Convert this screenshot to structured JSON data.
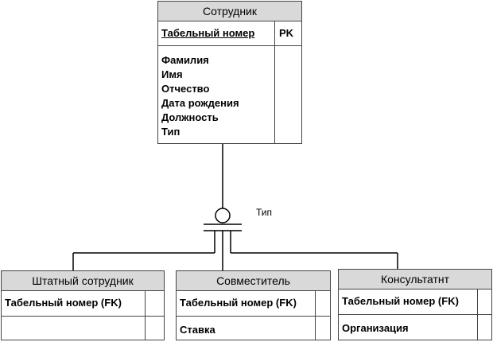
{
  "main_entity": {
    "title": "Сотрудник",
    "pk_attr": "Табельный номер",
    "pk_label": "PK",
    "attributes": [
      "Фамилия",
      "Имя",
      "Отчество",
      "Дата рождения",
      "Должность",
      "Тип"
    ]
  },
  "discriminator_label": "Тип",
  "subtypes": [
    {
      "title": "Штатный сотрудник",
      "fk_attr": "Табельный номер (FK)",
      "attr": ""
    },
    {
      "title": "Совместитель",
      "fk_attr": "Табельный номер (FK)",
      "attr": "Ставка"
    },
    {
      "title": "Консультатнт",
      "fk_attr": "Табельный номер (FK)",
      "attr": "Организация"
    }
  ]
}
